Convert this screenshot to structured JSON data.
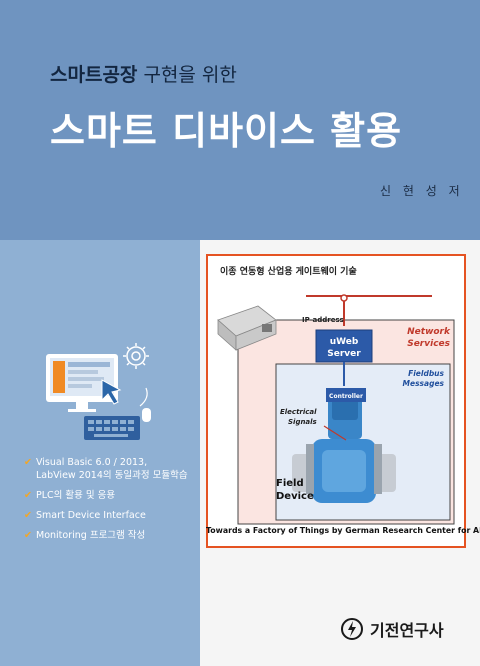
{
  "cover": {
    "subtitle_bold": "스마트공장",
    "subtitle_rest": " 구현을 위한",
    "title": "스마트 디바이스 활용",
    "author": "신 현 성 저"
  },
  "features": [
    {
      "text": "Visual Basic 6.0 / 2013,",
      "sub": "LabView 2014의 동일과정 모듈학습"
    },
    {
      "text": "PLC의 활용 및 응용",
      "sub": ""
    },
    {
      "text": "Smart Device Interface",
      "sub": ""
    },
    {
      "text": "Monitoring 프로그램 작성",
      "sub": ""
    }
  ],
  "figure": {
    "heading": "이종 연동형 산업용 게이트웨이 기술",
    "ip_address": "IP-address",
    "uweb_line1": "uWeb",
    "uweb_line2": "Server",
    "network_line1": "Network",
    "network_line2": "Services",
    "fieldbus_line1": "Fieldbus",
    "fieldbus_line2": "Messages",
    "controller": "Controller",
    "electrical_line1": "Electrical",
    "electrical_line2": "Signals",
    "field_line1": "Field",
    "field_line2": "Device",
    "caption": "Towards a Factory of Things by German Research Center for AI"
  },
  "publisher": {
    "name": "기전연구사"
  },
  "colors": {
    "top_band": "#6f94c0",
    "left_panel": "#8fb0d3",
    "frame": "#e55322",
    "check": "#f4a623",
    "network_text": "#c0392b",
    "fieldbus_text": "#1f4e9c"
  }
}
